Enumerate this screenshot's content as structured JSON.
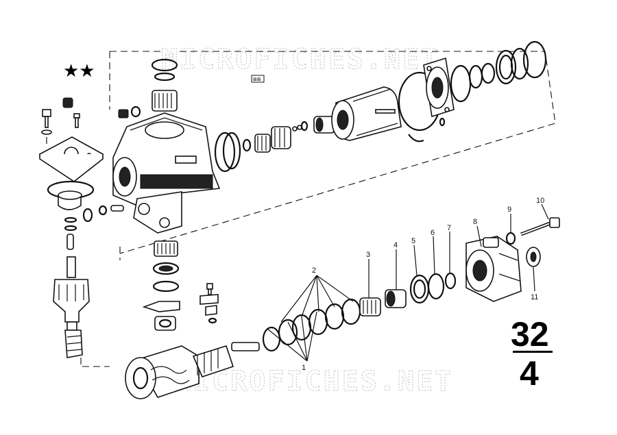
{
  "watermark": {
    "text": "MICROFICHES.NET"
  },
  "page_number": {
    "group": "32",
    "sub": "4"
  },
  "stars": "★★",
  "small_label": "⊞⊞",
  "callouts": [
    {
      "label": "1"
    },
    {
      "label": "2"
    },
    {
      "label": "3"
    },
    {
      "label": "4"
    },
    {
      "label": "5"
    },
    {
      "label": "6"
    },
    {
      "label": "7"
    },
    {
      "label": "8"
    },
    {
      "label": "9"
    },
    {
      "label": "10"
    },
    {
      "label": "11"
    }
  ]
}
